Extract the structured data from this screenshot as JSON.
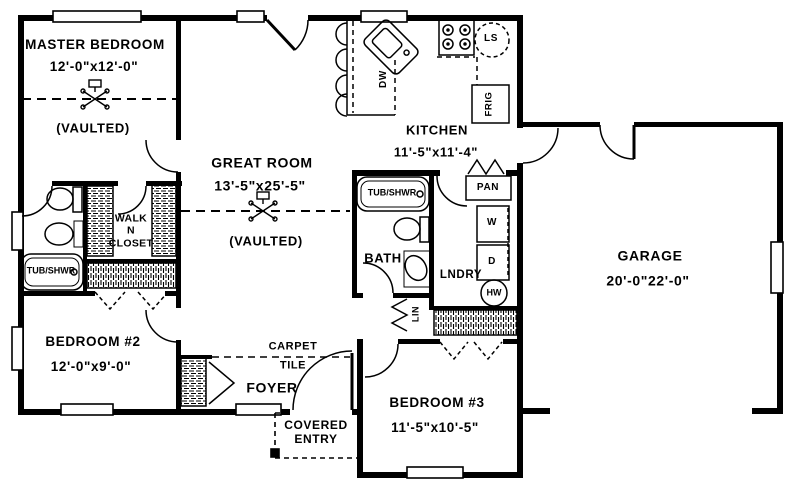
{
  "canvas": {
    "bg": "#ffffff",
    "line_color": "#000000"
  },
  "rooms": {
    "master": {
      "name": "MASTER BEDROOM",
      "dims": "12'-0\"x12'-0\"",
      "note": "(VAULTED)"
    },
    "great": {
      "name": "GREAT ROOM",
      "dims": "13'-5\"x25'-5\"",
      "note": "(VAULTED)"
    },
    "kitchen": {
      "name": "KITCHEN",
      "dims": "11'-5\"x11'-4\""
    },
    "garage": {
      "name": "GARAGE",
      "dims": "20'-0\"22'-0\""
    },
    "bedroom2": {
      "name": "BEDROOM #2",
      "dims": "12'-0\"x9'-0\""
    },
    "bedroom3": {
      "name": "BEDROOM #3",
      "dims": "11'-5\"x10'-5\""
    },
    "bath": {
      "name": "BATH"
    },
    "laundry": {
      "name": "LNDRY"
    },
    "foyer": {
      "name": "FOYER"
    },
    "covered_entry": {
      "name": "COVERED\nENTRY"
    },
    "walk_in_closet": {
      "name": "WALK\nN\nCLOSET"
    }
  },
  "fixtures": {
    "tub_master": "TUB/SHWR",
    "tub_main": "TUB/SHWR",
    "pantry": "PAN",
    "washer": "W",
    "dryer": "D",
    "water_heater": "HW",
    "fridge": "FRIG",
    "dishwasher": "DW",
    "lazy_susan": "LS",
    "linen": "LIN"
  },
  "floor_finishes": {
    "carpet": "CARPET",
    "tile": "TILE"
  }
}
